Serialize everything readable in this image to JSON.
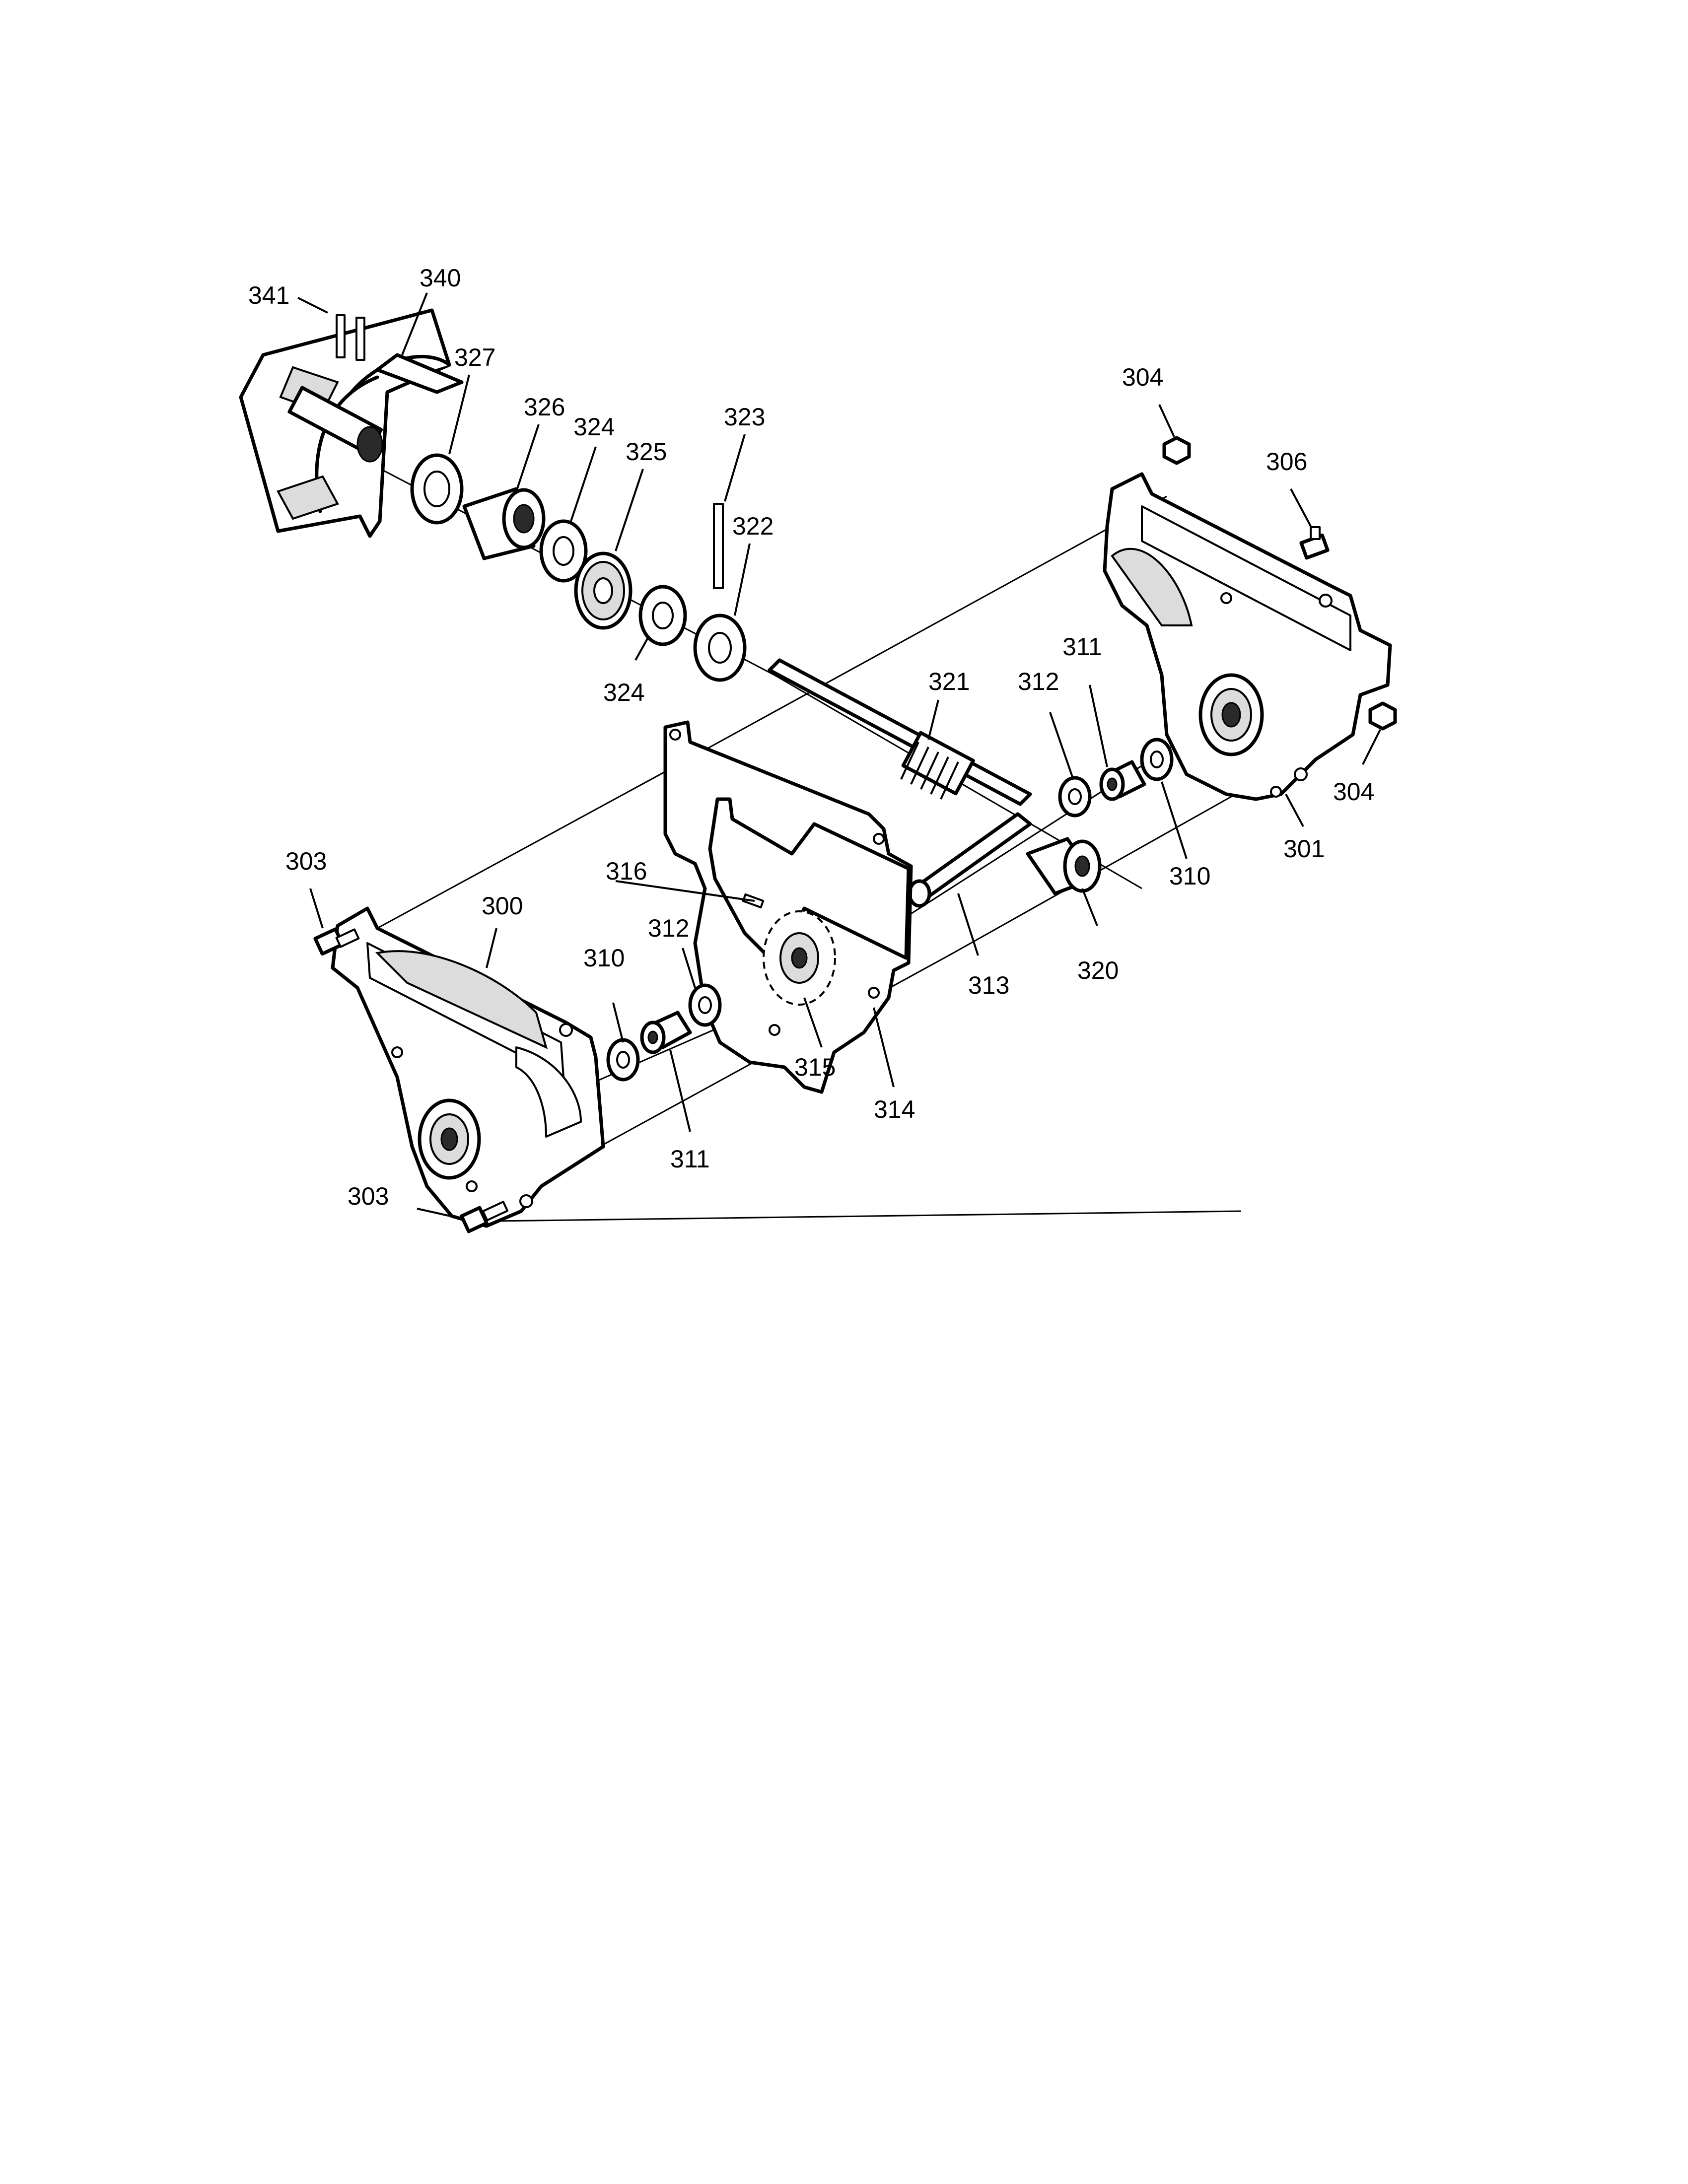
{
  "callouts": {
    "c341": "341",
    "c340": "340",
    "c327": "327",
    "c326": "326",
    "c324a": "324",
    "c325": "325",
    "c323": "323",
    "c322": "322",
    "c324b": "324",
    "c304a": "304",
    "c306": "306",
    "c321": "321",
    "c312a": "312",
    "c311a": "311",
    "c304b": "304",
    "c310a": "310",
    "c301": "301",
    "c303a": "303",
    "c300": "300",
    "c316": "316",
    "c312b": "312",
    "c310b": "310",
    "c313": "313",
    "c320": "320",
    "c315": "315",
    "c314": "314",
    "c311b": "311",
    "c303b": "303"
  },
  "colors": {
    "line": "#000000",
    "background": "#ffffff",
    "shade": "#dcdcdc"
  }
}
